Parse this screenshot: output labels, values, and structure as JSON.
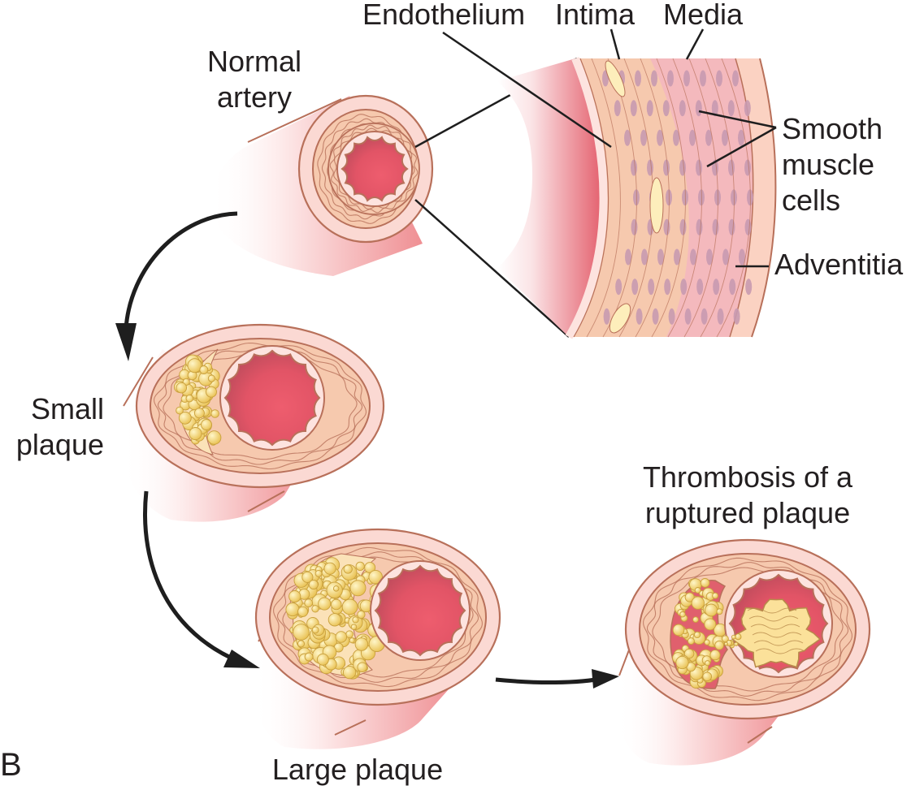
{
  "figure": {
    "panel_letter": "B",
    "colors": {
      "outline": "#b8705a",
      "adventitia": "#fbd9d3",
      "intima_tan": "#f6c9ae",
      "lumen_dark": "#c9505e",
      "lumen_light": "#ee5d6e",
      "lipid": "#f3d77a",
      "thrombus": "#fbe19a",
      "nucleus": "#c89ab0",
      "media_pink": "#f4b9bd",
      "arrow": "#1e1e1e",
      "text": "#231f20"
    }
  },
  "stages": [
    {
      "id": "normal",
      "label_lines": [
        "Normal",
        "artery"
      ]
    },
    {
      "id": "small",
      "label_lines": [
        "Small",
        "plaque"
      ]
    },
    {
      "id": "large",
      "label_lines": [
        "Large plaque"
      ]
    },
    {
      "id": "thrombosis",
      "label_lines": [
        "Thrombosis of a",
        "ruptured plaque"
      ]
    }
  ],
  "wall_layers": {
    "endothelium": "Endothelium",
    "intima": "Intima",
    "media": "Media",
    "smooth_muscle_lines": [
      "Smooth",
      "muscle",
      "cells"
    ],
    "adventitia": "Adventitia"
  },
  "progression_arrows": [
    {
      "from": "normal",
      "to": "small"
    },
    {
      "from": "small",
      "to": "large"
    },
    {
      "from": "large",
      "to": "thrombosis"
    }
  ]
}
